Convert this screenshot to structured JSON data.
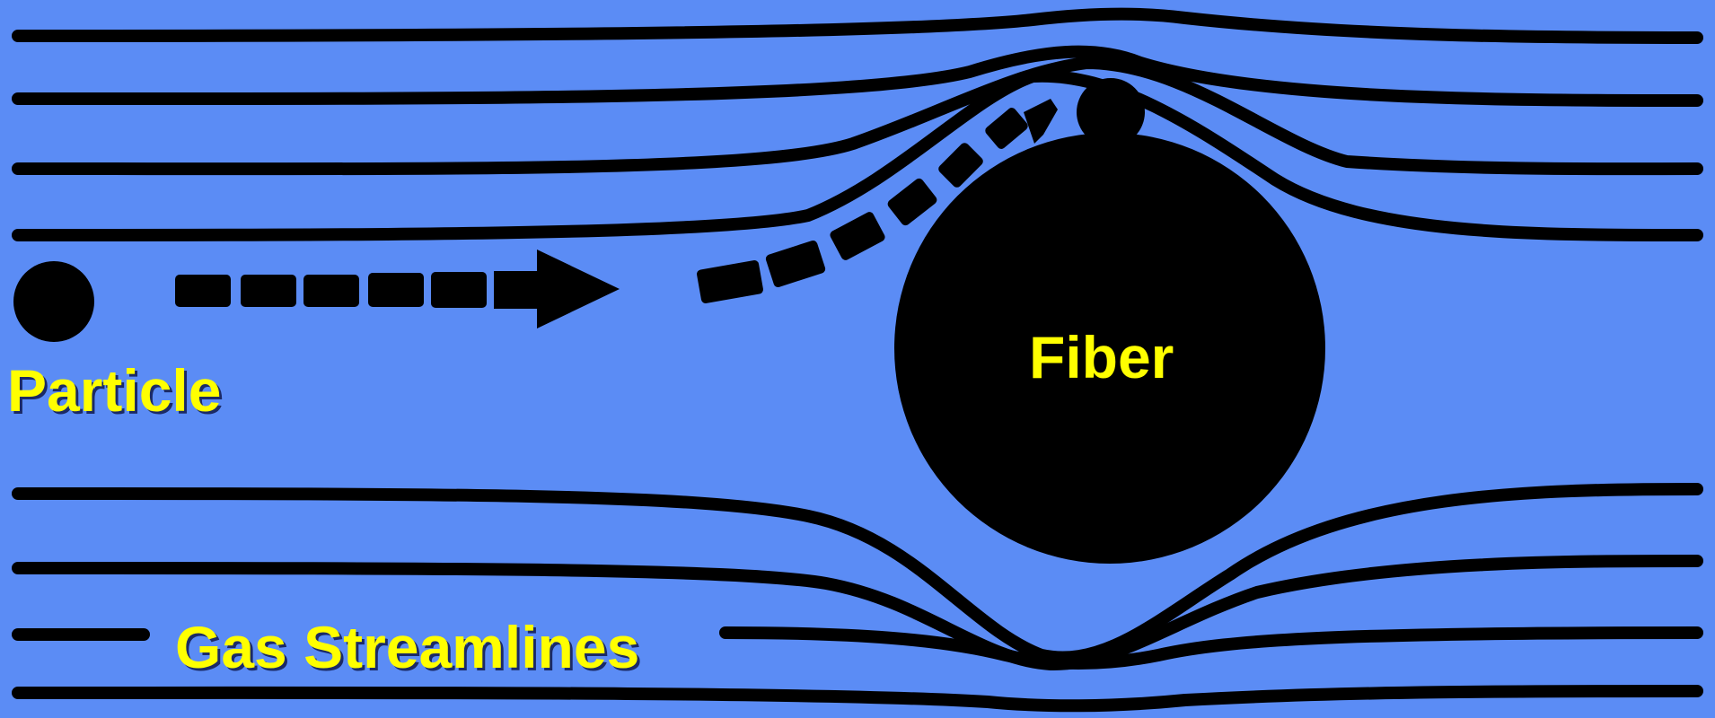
{
  "labels": {
    "particle": "Particle",
    "fiber": "Fiber",
    "gas_streamlines": "Gas Streamlines"
  },
  "colors": {
    "background": "#5b8cf5",
    "shapes": "#000000",
    "label_text": "#ffff00"
  }
}
